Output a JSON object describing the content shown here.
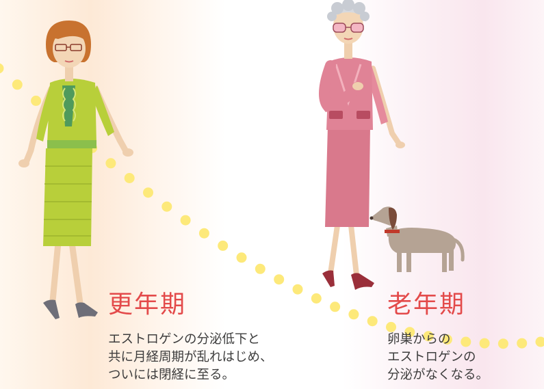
{
  "stages": [
    {
      "title": "更年期",
      "description": "エストロゲンの分泌低下と\n共に月経周期が乱れはじめ、\nついには閉経に至る。",
      "accent_color": "#e34a4a"
    },
    {
      "title": "老年期",
      "description": "卵巣からの\nエストロゲンの\n分泌がなくなる。",
      "accent_color": "#e34a4a"
    }
  ],
  "colors": {
    "dot": "#fde97a",
    "peach_bg": "#fde9d6",
    "pink_bg": "#f9e6ee",
    "text": "#3d3d3d"
  },
  "icons": [
    "middle-aged-woman-illustration",
    "elderly-woman-illustration",
    "dachshund-illustration"
  ]
}
